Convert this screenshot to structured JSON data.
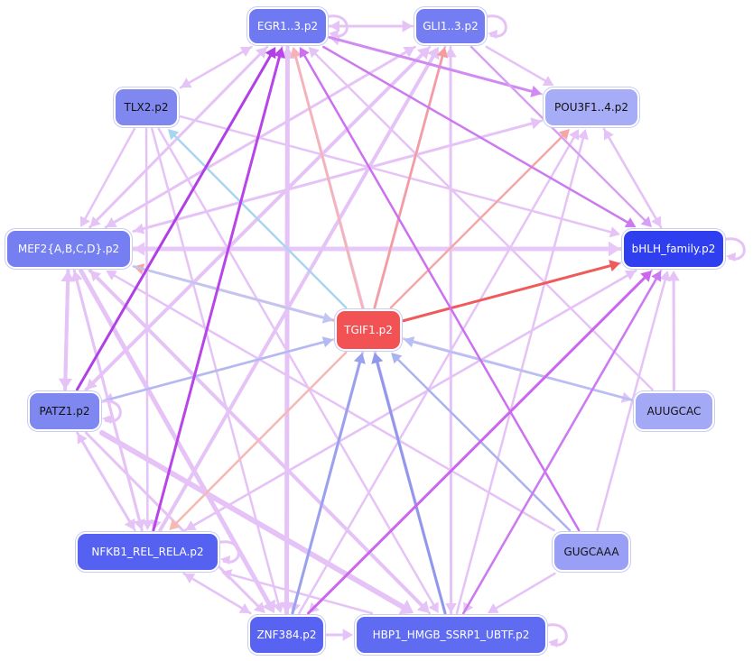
{
  "nodes": [
    {
      "id": "EGR1",
      "label": "EGR1..3.p2",
      "fill": "#6f7af2",
      "text": "#ffffff"
    },
    {
      "id": "GLI1",
      "label": "GLI1..3.p2",
      "fill": "#747ef2",
      "text": "#ffffff"
    },
    {
      "id": "TLX2",
      "label": "TLX2.p2",
      "fill": "#8088f0",
      "text": "#111111"
    },
    {
      "id": "POU3F1",
      "label": "POU3F1..4.p2",
      "fill": "#a6acf5",
      "text": "#111111"
    },
    {
      "id": "MEF2",
      "label": "MEF2{A,B,C,D}.p2",
      "fill": "#757ff2",
      "text": "#ffffff"
    },
    {
      "id": "bHLH",
      "label": "bHLH_family.p2",
      "fill": "#2f3ff0",
      "text": "#ffffff"
    },
    {
      "id": "TGIF1",
      "label": "TGIF1.p2",
      "fill": "#f25254",
      "text": "#ffffff"
    },
    {
      "id": "PATZ1",
      "label": "PATZ1.p2",
      "fill": "#7f87f1",
      "text": "#111111"
    },
    {
      "id": "AUUGCAC",
      "label": "AUUGCAC",
      "fill": "#a3a9f5",
      "text": "#111111"
    },
    {
      "id": "NFKB1",
      "label": "NFKB1_REL_RELA.p2",
      "fill": "#5561f1",
      "text": "#ffffff"
    },
    {
      "id": "GUGCAAA",
      "label": "GUGCAAA",
      "fill": "#989ff4",
      "text": "#111111"
    },
    {
      "id": "ZNF384",
      "label": "ZNF384.p2",
      "fill": "#5864f1",
      "text": "#ffffff"
    },
    {
      "id": "HBP1",
      "label": "HBP1_HMGB_SSRP1_UBTF.p2",
      "fill": "#5f6bf1",
      "text": "#ffffff"
    }
  ],
  "colors": {
    "edge_default": "#e6c3f6",
    "edge_purple": "#cc7af0",
    "edge_deep_purple": "#b03fe6",
    "edge_blue": "#9aa2ee",
    "edge_pink": "#f7a6a6",
    "edge_red": "#ef5b5b"
  },
  "edges": [
    {
      "from": "TGIF1",
      "to": "EGR1",
      "color": "#f7b3b3",
      "w": 2.5
    },
    {
      "from": "TGIF1",
      "to": "GLI1",
      "color": "#f59c9c",
      "w": 2.5
    },
    {
      "from": "TGIF1",
      "to": "POU3F1",
      "color": "#f7a6a6",
      "w": 2.5
    },
    {
      "from": "TGIF1",
      "to": "bHLH",
      "color": "#ef5b5b",
      "w": 3
    },
    {
      "from": "TGIF1",
      "to": "TLX2",
      "color": "#a8d6f0",
      "w": 2.5
    },
    {
      "from": "TGIF1",
      "to": "MEF2",
      "color": "#f7a6a6",
      "w": 2.5
    },
    {
      "from": "TGIF1",
      "to": "NFKB1",
      "color": "#f7b8b3",
      "w": 2.5
    },
    {
      "from": "PATZ1",
      "to": "TGIF1",
      "color": "#b3baf2",
      "w": 2.5
    },
    {
      "from": "AUUGCAC",
      "to": "TGIF1",
      "color": "#b8bff2",
      "w": 2.5
    },
    {
      "from": "GUGCAAA",
      "to": "TGIF1",
      "color": "#aab2f0",
      "w": 2.5
    },
    {
      "from": "ZNF384",
      "to": "TGIF1",
      "color": "#9aa2ee",
      "w": 3
    },
    {
      "from": "HBP1",
      "to": "TGIF1",
      "color": "#8f98ec",
      "w": 3
    },
    {
      "from": "MEF2",
      "to": "TGIF1",
      "color": "#c0c6f2",
      "w": 2.5
    },
    {
      "from": "PATZ1",
      "to": "EGR1",
      "color": "#b03fe6",
      "w": 3
    },
    {
      "from": "NFKB1",
      "to": "EGR1",
      "color": "#b845e8",
      "w": 3
    },
    {
      "from": "GUGCAAA",
      "to": "EGR1",
      "color": "#cc6ff0",
      "w": 2.5
    },
    {
      "from": "ZNF384",
      "to": "bHLH",
      "color": "#cc66ee",
      "w": 3
    },
    {
      "from": "HBP1",
      "to": "bHLH",
      "color": "#cc7af0",
      "w": 2.5
    },
    {
      "from": "EGR1",
      "to": "bHLH",
      "color": "#cc7af0",
      "w": 2.5
    },
    {
      "from": "EGR1",
      "to": "POU3F1",
      "color": "#d08af2",
      "w": 3
    },
    {
      "from": "GLI1",
      "to": "bHLH",
      "color": "#d7a0f4",
      "w": 2.5
    },
    {
      "from": "MEF2",
      "to": "bHLH",
      "color": "#e8c8f8",
      "w": 5
    },
    {
      "from": "bHLH",
      "to": "MEF2",
      "color": "#e8c8f8",
      "w": 4
    },
    {
      "from": "PATZ1",
      "to": "GLI1",
      "color": "#e6c3f6",
      "w": 4
    },
    {
      "from": "NFKB1",
      "to": "GLI1",
      "color": "#e6c3f6",
      "w": 4
    },
    {
      "from": "ZNF384",
      "to": "EGR1",
      "color": "#e6c3f6",
      "w": 5
    },
    {
      "from": "ZNF384",
      "to": "GLI1",
      "color": "#e6c3f6",
      "w": 3
    },
    {
      "from": "HBP1",
      "to": "EGR1",
      "color": "#e6c3f6",
      "w": 3
    },
    {
      "from": "HBP1",
      "to": "GLI1",
      "color": "#e6c3f6",
      "w": 3
    },
    {
      "from": "PATZ1",
      "to": "HBP1",
      "color": "#e6c3f6",
      "w": 6
    },
    {
      "from": "MEF2",
      "to": "ZNF384",
      "color": "#e6c3f6",
      "w": 5
    },
    {
      "from": "MEF2",
      "to": "HBP1",
      "color": "#e6c3f6",
      "w": 4
    },
    {
      "from": "MEF2",
      "to": "EGR1",
      "color": "#e6c3f6",
      "w": 3
    },
    {
      "from": "MEF2",
      "to": "GLI1",
      "color": "#e6c3f6",
      "w": 3
    },
    {
      "from": "MEF2",
      "to": "POU3F1",
      "color": "#e6c3f6",
      "w": 3
    },
    {
      "from": "MEF2",
      "to": "AUUGCAC",
      "color": "#e6c3f6",
      "w": 2.5
    },
    {
      "from": "MEF2",
      "to": "PATZ1",
      "color": "#e6c3f6",
      "w": 4
    },
    {
      "from": "PATZ1",
      "to": "MEF2",
      "color": "#e6c3f6",
      "w": 4
    },
    {
      "from": "MEF2",
      "to": "NFKB1",
      "color": "#e6c3f6",
      "w": 3
    },
    {
      "from": "TLX2",
      "to": "EGR1",
      "color": "#e6c3f6",
      "w": 2.5
    },
    {
      "from": "TLX2",
      "to": "MEF2",
      "color": "#e6c3f6",
      "w": 2.5
    },
    {
      "from": "TLX2",
      "to": "bHLH",
      "color": "#e6c3f6",
      "w": 2.5
    },
    {
      "from": "TLX2",
      "to": "NFKB1",
      "color": "#e6c3f6",
      "w": 2.5
    },
    {
      "from": "TLX2",
      "to": "ZNF384",
      "color": "#e6c3f6",
      "w": 2.5
    },
    {
      "from": "TLX2",
      "to": "HBP1",
      "color": "#e6c3f6",
      "w": 2.5
    },
    {
      "from": "EGR1",
      "to": "GLI1",
      "color": "#e6c3f6",
      "w": 3
    },
    {
      "from": "EGR1",
      "to": "TLX2",
      "color": "#e6c3f6",
      "w": 2.5
    },
    {
      "from": "EGR1",
      "to": "MEF2",
      "color": "#e6c3f6",
      "w": 2.5
    },
    {
      "from": "EGR1",
      "to": "ZNF384",
      "color": "#e6c3f6",
      "w": 4
    },
    {
      "from": "EGR1",
      "to": "NFKB1",
      "color": "#e6c3f6",
      "w": 2.5
    },
    {
      "from": "GLI1",
      "to": "EGR1",
      "color": "#e6c3f6",
      "w": 2.5
    },
    {
      "from": "GLI1",
      "to": "POU3F1",
      "color": "#e6c3f6",
      "w": 2.5
    },
    {
      "from": "GLI1",
      "to": "MEF2",
      "color": "#e6c3f6",
      "w": 2.5
    },
    {
      "from": "GLI1",
      "to": "ZNF384",
      "color": "#e6c3f6",
      "w": 2.5
    },
    {
      "from": "GLI1",
      "to": "HBP1",
      "color": "#e6c3f6",
      "w": 2.5
    },
    {
      "from": "GLI1",
      "to": "PATZ1",
      "color": "#e6c3f6",
      "w": 2.5
    },
    {
      "from": "POU3F1",
      "to": "EGR1",
      "color": "#e6c3f6",
      "w": 2.5
    },
    {
      "from": "POU3F1",
      "to": "MEF2",
      "color": "#e6c3f6",
      "w": 2.5
    },
    {
      "from": "POU3F1",
      "to": "bHLH",
      "color": "#e6c3f6",
      "w": 2.5
    },
    {
      "from": "bHLH",
      "to": "POU3F1",
      "color": "#e6c3f6",
      "w": 2.5
    },
    {
      "from": "bHLH",
      "to": "NFKB1",
      "color": "#e6c3f6",
      "w": 2.5
    },
    {
      "from": "bHLH",
      "to": "PATZ1",
      "color": "#e6c3f6",
      "w": 2.5
    },
    {
      "from": "bHLH",
      "to": "HBP1",
      "color": "#e6c3f6",
      "w": 2.5
    },
    {
      "from": "bHLH",
      "to": "ZNF384",
      "color": "#e6c3f6",
      "w": 2.5
    },
    {
      "from": "AUUGCAC",
      "to": "bHLH",
      "color": "#e6c3f6",
      "w": 3
    },
    {
      "from": "AUUGCAC",
      "to": "MEF2",
      "color": "#e6c3f6",
      "w": 2.5
    },
    {
      "from": "AUUGCAC",
      "to": "EGR1",
      "color": "#e6c3f6",
      "w": 2.5
    },
    {
      "from": "GUGCAAA",
      "to": "bHLH",
      "color": "#e6c3f6",
      "w": 2.5
    },
    {
      "from": "GUGCAAA",
      "to": "MEF2",
      "color": "#e6c3f6",
      "w": 2.5
    },
    {
      "from": "GUGCAAA",
      "to": "HBP1",
      "color": "#e6c3f6",
      "w": 2.5
    },
    {
      "from": "PATZ1",
      "to": "NFKB1",
      "color": "#e6c3f6",
      "w": 3
    },
    {
      "from": "PATZ1",
      "to": "bHLH",
      "color": "#e6c3f6",
      "w": 2.5
    },
    {
      "from": "PATZ1",
      "to": "ZNF384",
      "color": "#e6c3f6",
      "w": 3
    },
    {
      "from": "NFKB1",
      "to": "MEF2",
      "color": "#e6c3f6",
      "w": 3
    },
    {
      "from": "NFKB1",
      "to": "PATZ1",
      "color": "#e6c3f6",
      "w": 2.5
    },
    {
      "from": "NFKB1",
      "to": "bHLH",
      "color": "#e6c3f6",
      "w": 2.5
    },
    {
      "from": "NFKB1",
      "to": "ZNF384",
      "color": "#e6c3f6",
      "w": 2.5
    },
    {
      "from": "ZNF384",
      "to": "NFKB1",
      "color": "#e6c3f6",
      "w": 2.5
    },
    {
      "from": "ZNF384",
      "to": "HBP1",
      "color": "#e6c3f6",
      "w": 3
    },
    {
      "from": "ZNF384",
      "to": "POU3F1",
      "color": "#e6c3f6",
      "w": 2.5
    },
    {
      "from": "HBP1",
      "to": "NFKB1",
      "color": "#e6c3f6",
      "w": 2.5
    },
    {
      "from": "HBP1",
      "to": "MEF2",
      "color": "#e6c3f6",
      "w": 2.5
    },
    {
      "from": "HBP1",
      "to": "POU3F1",
      "color": "#e6c3f6",
      "w": 2.5
    }
  ],
  "self_loops": [
    "EGR1",
    "GLI1",
    "bHLH",
    "PATZ1",
    "NFKB1",
    "HBP1"
  ]
}
